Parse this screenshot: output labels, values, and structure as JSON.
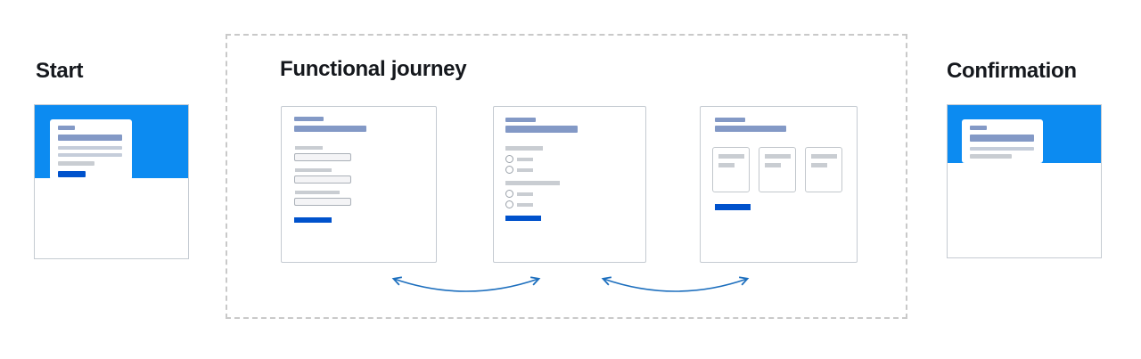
{
  "labels": {
    "start": "Start",
    "journey": "Functional journey",
    "confirmation": "Confirmation"
  },
  "colors": {
    "hero_blue": "#0c8bf1",
    "button_blue": "#0052cc",
    "heading_bar": "#8399c6",
    "line_soft": "#c5cdda",
    "line_gray": "#c9cdd2",
    "card_border": "#c5cbd2",
    "input_border": "#aab0b8",
    "input_fill": "#f4f4f6",
    "tile_border": "#c2c7cc",
    "radio_border": "#9aa1a9",
    "dashed_border": "#c9c9c9",
    "arrow_blue": "#1d6fbe",
    "title_text": "#15181d"
  },
  "journey": {
    "screens": [
      {
        "name": "form-text-inputs"
      },
      {
        "name": "form-radio-groups"
      },
      {
        "name": "card-selection"
      }
    ],
    "arrows": [
      {
        "name": "bidirectional-curved-arrow"
      },
      {
        "name": "bidirectional-curved-arrow"
      }
    ]
  }
}
